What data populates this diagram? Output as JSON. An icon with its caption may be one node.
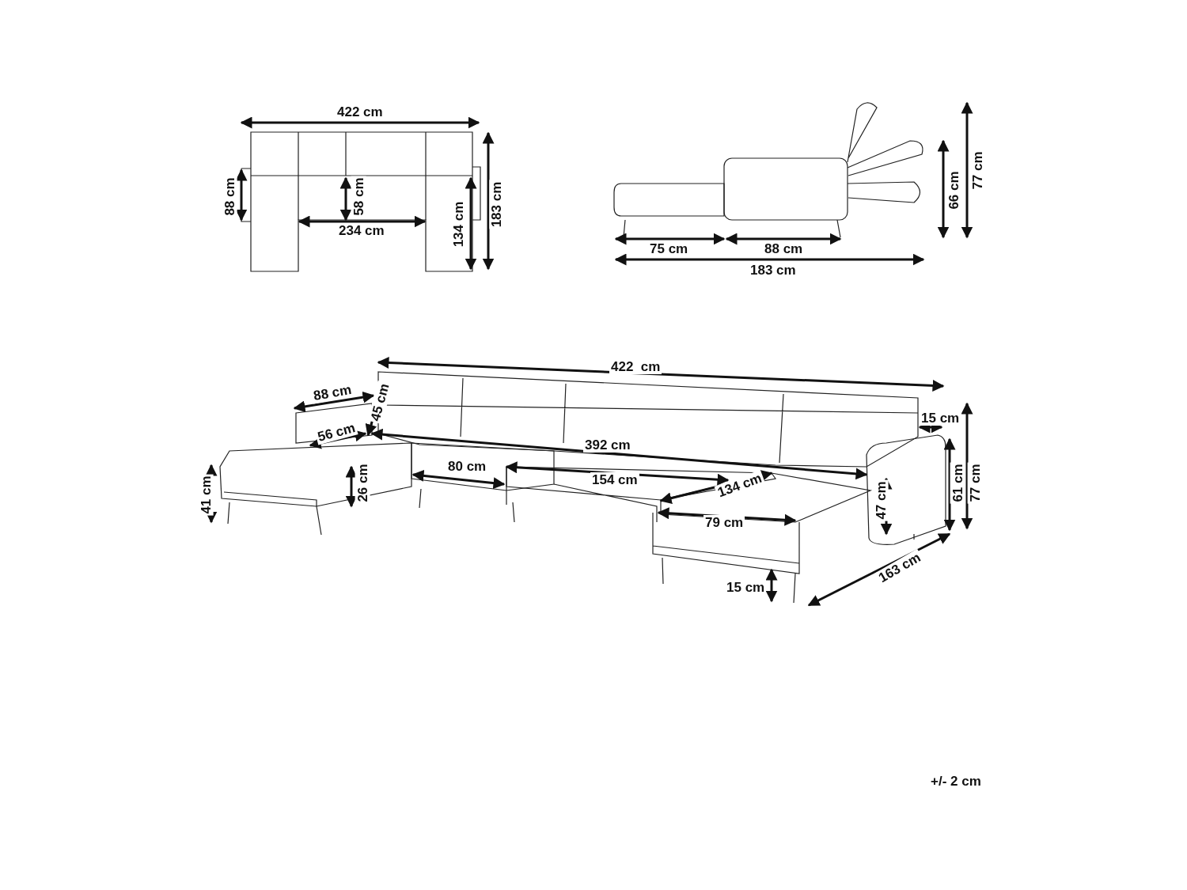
{
  "diagram": {
    "labels": [
      "422 cm",
      "88 cm",
      "58 cm",
      "234 cm",
      "134 cm",
      "183 cm",
      "66 cm",
      "77 cm",
      "75 cm",
      "88 cm",
      "183 cm",
      "422  cm",
      "88 cm",
      "45 cm",
      "15 cm",
      "56 cm",
      "392 cm",
      "80 cm",
      "41 cm",
      "26 cm",
      "154 cm",
      "134 cm",
      "61 cm",
      "77 cm",
      "47 cm",
      "79 cm",
      "15 cm",
      "163 cm",
      "+/- 2 cm"
    ]
  }
}
